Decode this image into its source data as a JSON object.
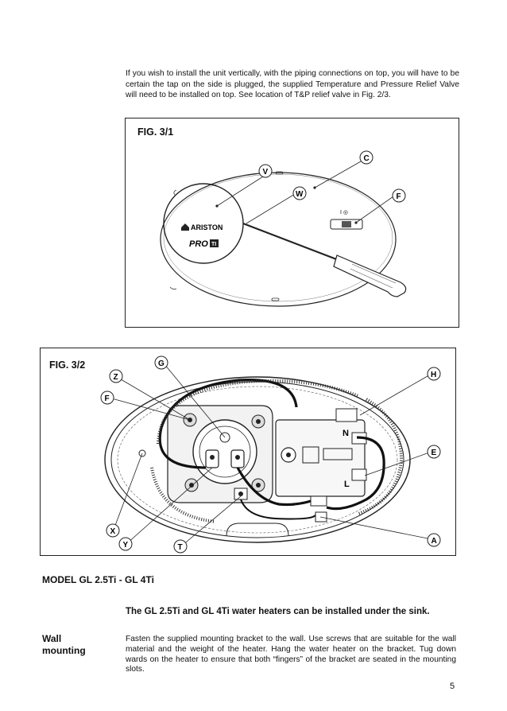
{
  "intro_paragraph": "If you wish to install the unit vertically, with the piping connections on top, you will have to be certain the tap on the side is plugged, the supplied Temperature and Pressure Relief Valve will need to be installed on top. See location of T&P relief valve in Fig. 2/3.",
  "fig1": {
    "title": "FIG. 3/1",
    "labels": {
      "v": "V",
      "w": "W",
      "c": "C",
      "f": "F"
    },
    "brand": "ARISTON",
    "product": "PRO",
    "product_suffix": "TI",
    "switch_marks": "I  ◎"
  },
  "fig2": {
    "title": "FIG. 3/2",
    "labels": {
      "g": "G",
      "z": "Z",
      "f": "F",
      "x": "X",
      "y": "Y",
      "t": "T",
      "h": "H",
      "e": "E",
      "a": "A",
      "n": "N",
      "l": "L"
    }
  },
  "model_heading": "MODEL GL 2.5Ti - GL 4Ti",
  "lead_sentence": "The GL 2.5Ti and GL 4Ti water heaters can be installed under the sink.",
  "section_heading": "Wall mounting",
  "section_body": "Fasten the supplied mounting bracket to the wall. Use screws that are suitable for the wall material and the weight of the heater. Hang the water heater on the bracket. Tug down wards on the heater to ensure that both “fingers” of the bracket are seated in the mounting slots.",
  "page_number": "5"
}
